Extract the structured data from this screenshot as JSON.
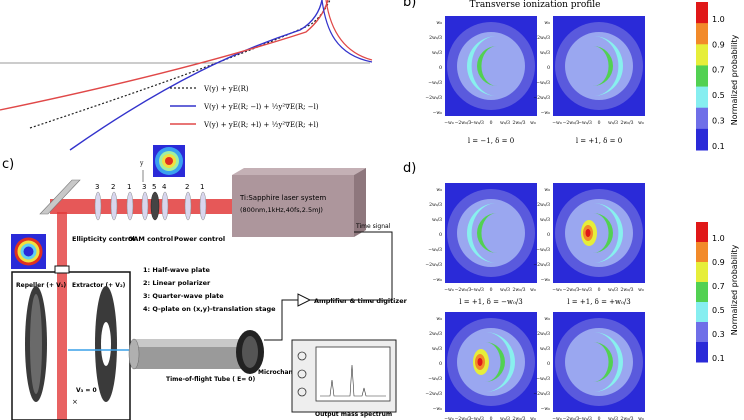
{
  "panel_labels": {
    "b": "b)",
    "c": "c)",
    "d": "d)"
  },
  "panel_a": {
    "legend": [
      {
        "label": "V(y) + yE(R)",
        "color": "#222222",
        "style": "dotted"
      },
      {
        "label": "V(y) + yE(R; −l) + ½y²∇E(R; −l)",
        "color": "#3333cc",
        "style": "solid"
      },
      {
        "label": "V(y) + yE(R; +l) + ½y²∇E(R; +l)",
        "color": "#e04848",
        "style": "solid"
      }
    ]
  },
  "panel_b": {
    "title": "Transverse ionization profile",
    "tick_labels": [
      "w₀",
      "2w₀/3",
      "w₀/3",
      "0",
      "−w₀/3",
      "−2w₀/3",
      "−w₀"
    ],
    "captions": [
      "l = −1, δ = 0",
      "l = +1, δ = 0"
    ],
    "colorbar_label": "Normalized probability",
    "colorbar_ticks": [
      "1.0",
      "0.9",
      "0.7",
      "0.5",
      "0.3",
      "0.1"
    ]
  },
  "panel_c": {
    "laser_box": "Ti:Sapphire laser system",
    "laser_spec": "(800nm,1kHz,40fs,2.5mJ)",
    "optic_numbers": [
      "3",
      "2",
      "1",
      "3",
      "5",
      "4",
      "2",
      "1"
    ],
    "control_labels": [
      "Ellipticity control",
      "OAM control",
      "Power control"
    ],
    "legend_items": [
      "1: Half-wave plate",
      "2: Linear polarizer",
      "3: Quarter-wave plate",
      "4: Q-plate on (x,y)-translation stage"
    ],
    "repeller": "Repeller (+ V₁)",
    "extractor": "Extractor (+ V₂)",
    "ground": "V₃ = 0",
    "tof_tube": "Time-of-flight Tube ( E= 0)",
    "mcp": "Microchannel Plate (− V)",
    "amplifier": "Amplifier & time digitizer",
    "time_signal": "Time signal",
    "scope_label": "Output mass spectrum",
    "axis_y": "y"
  },
  "panel_d": {
    "captions": [
      "l = +1, δ = −w₀/3",
      "l = +1, δ = +w₀/3"
    ],
    "colorbar_label": "Normalized probability",
    "colorbar_ticks": [
      "1.0",
      "0.9",
      "0.7",
      "0.5",
      "0.3",
      "0.1"
    ]
  },
  "colors": {
    "beam": "#e23b3b",
    "laser_box": "#ad969c",
    "ring_outer": "#5a5add",
    "ring_mid": "#9aa7f0",
    "ring_cyan": "#88f0ee",
    "cmap": [
      "#2a2ad8",
      "#6f6fe8",
      "#86eef0",
      "#52d152",
      "#e6ee3a",
      "#f28a2a",
      "#e01818"
    ]
  }
}
